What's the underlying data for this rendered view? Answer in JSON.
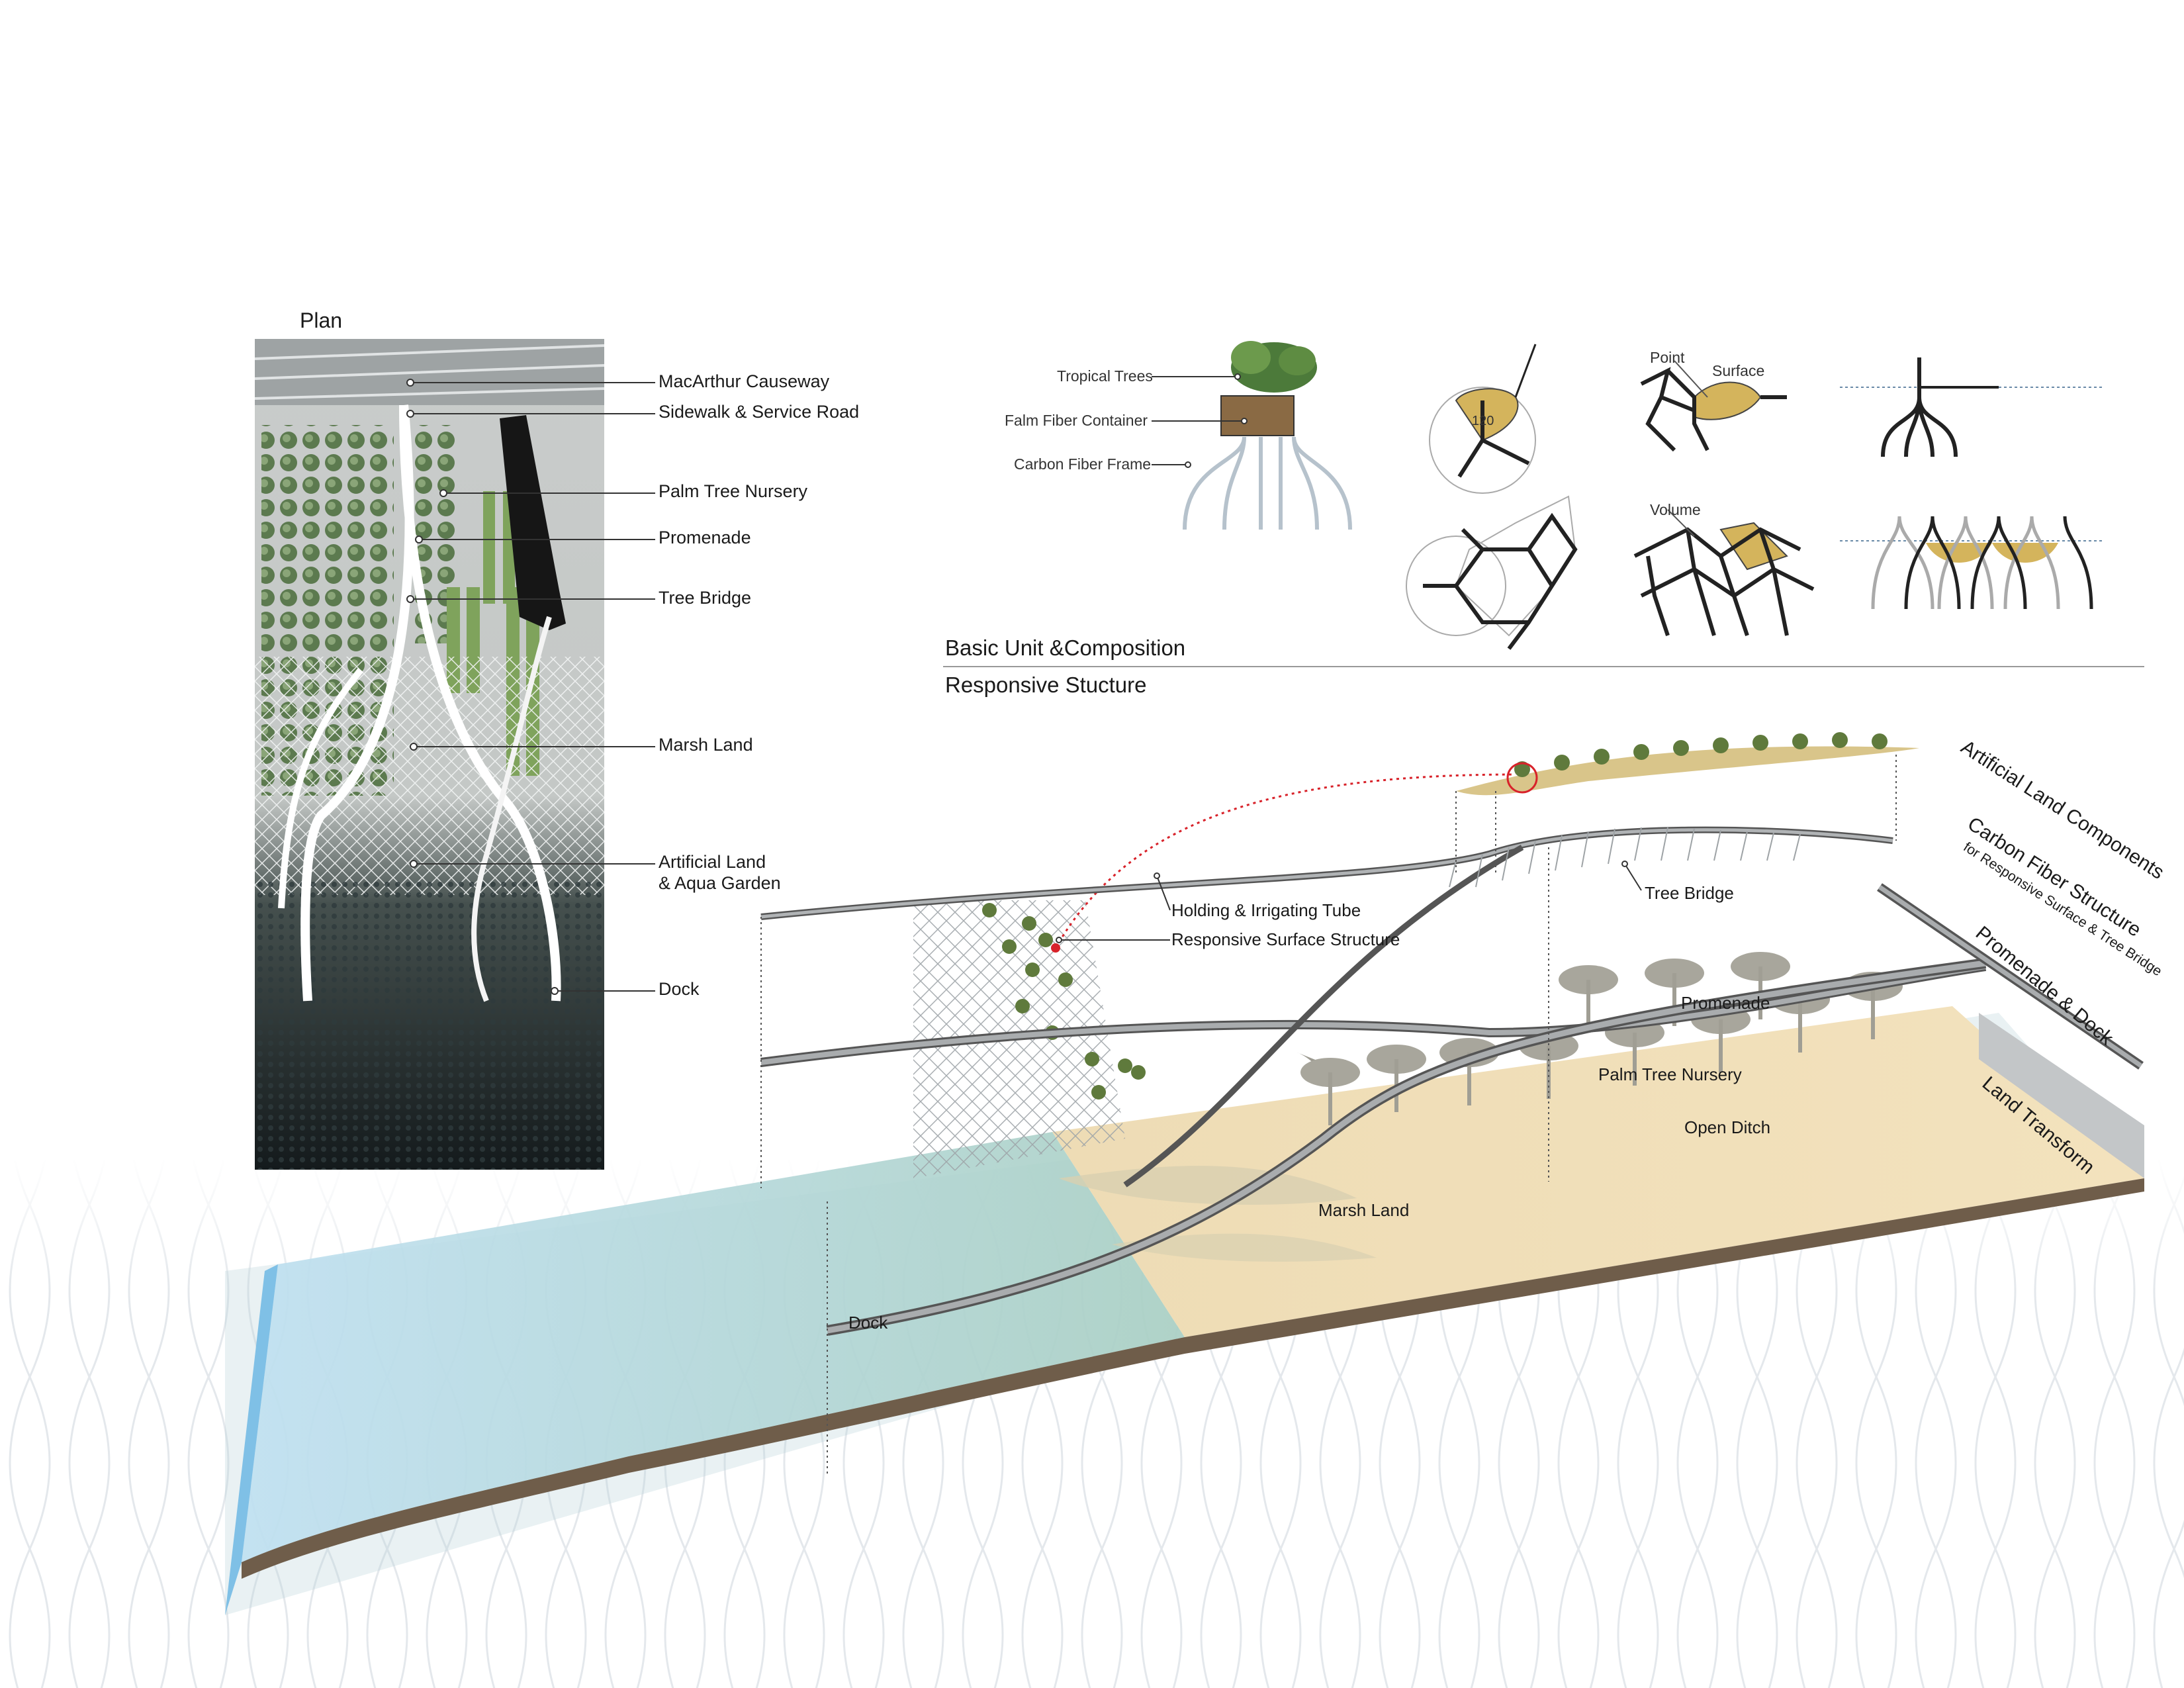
{
  "plan": {
    "title": "Plan",
    "labels": [
      "MacArthur Causeway",
      "Sidewalk & Service Road",
      "Palm Tree Nursery",
      "Promenade",
      "Tree Bridge",
      "Marsh Land",
      "Artificial Land",
      "& Aqua Garden",
      "Dock"
    ]
  },
  "unit": {
    "labels": [
      "Tropical Trees",
      "Falm Fiber Container",
      "Carbon Fiber Frame"
    ],
    "point": "Point",
    "surface": "Surface",
    "volume": "Volume",
    "angle": "120"
  },
  "sections": {
    "basic": "Basic Unit &Composition",
    "responsive": "Responsive Stucture"
  },
  "diagram": {
    "labels": [
      "Holding & Irrigating Tube",
      "Responsive Surface Structure",
      "Tree Bridge",
      "Promenade",
      "Palm Tree Nursery",
      "Open Ditch",
      "Marsh Land",
      "Dock"
    ],
    "layers": [
      "Artificial Land Components",
      "Carbon Fiber Structure",
      "for Responsive Surface & Tree Bridge",
      "Promenade & Dock",
      "Land Transform"
    ]
  },
  "colors": {
    "water": "#a9d4ea",
    "sand": "#efdcb4",
    "accent": "#d4b45c",
    "dark": "#222222"
  }
}
